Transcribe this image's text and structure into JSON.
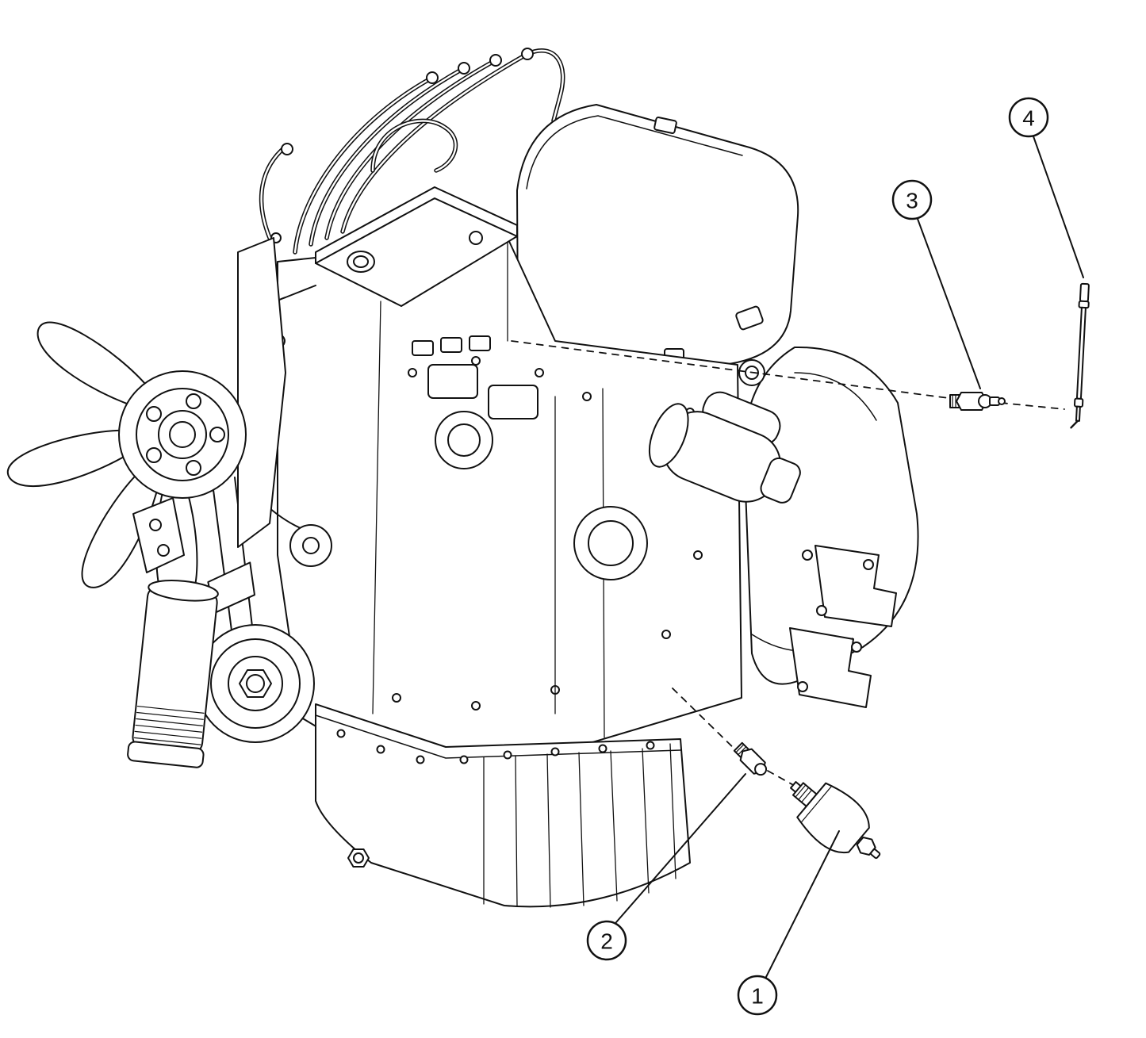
{
  "page": {
    "background_color": "#ffffff",
    "line_color": "#111111"
  },
  "diagram": {
    "kind": "exploded-parts-line-drawing",
    "subject": "diesel engine with sensor callouts",
    "callouts": [
      {
        "number": "1",
        "target": "oil-pressure-sender"
      },
      {
        "number": "2",
        "target": "adapter-fitting"
      },
      {
        "number": "3",
        "target": "temperature-sender"
      },
      {
        "number": "4",
        "target": "glow-plug-probe"
      }
    ]
  }
}
